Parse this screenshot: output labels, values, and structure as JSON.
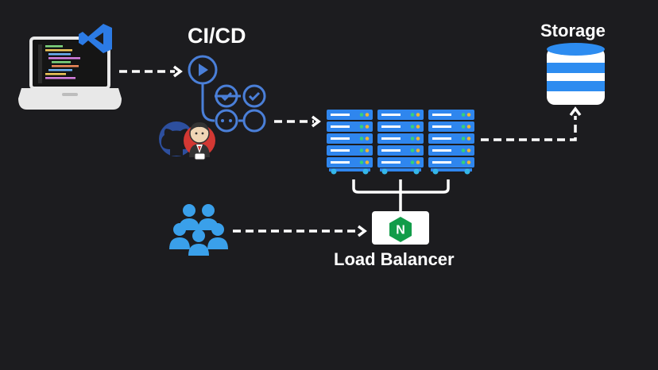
{
  "labels": {
    "cicd": "CI/CD",
    "storage": "Storage",
    "load_balancer": "Load Balancer",
    "nginx_letter": "N"
  },
  "colors": {
    "background": "#1c1c1f",
    "pipeline_blue": "#4a7fd8",
    "server_blue": "#2f86ee",
    "storage_blue": "#2d8cf0",
    "users_blue": "#3aa0ea",
    "nginx_green": "#129c49",
    "vscode_blue": "#2c7be5"
  },
  "icons": {
    "laptop": "laptop-icon",
    "editor": "vscode-icon",
    "pipeline": "pipeline-icon",
    "github": "github-icon",
    "jenkins": "jenkins-icon",
    "servers": "server-rack-icon",
    "storage": "database-icon",
    "users": "users-icon",
    "nginx": "nginx-icon"
  }
}
